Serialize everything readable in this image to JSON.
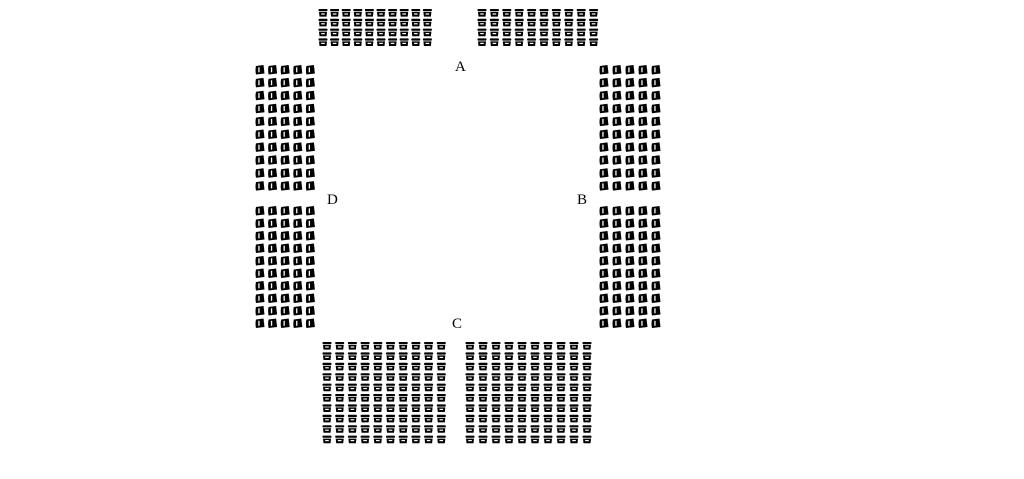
{
  "sections": {
    "a": {
      "label": "A",
      "blocks": [
        {
          "rows": 4,
          "cols": 10
        },
        {
          "rows": 4,
          "cols": 10
        }
      ]
    },
    "b": {
      "label": "B",
      "blocks": [
        {
          "rows": 10,
          "cols": 5
        },
        {
          "rows": 10,
          "cols": 5
        }
      ]
    },
    "c": {
      "label": "C",
      "blocks": [
        {
          "rows": 10,
          "cols": 10
        },
        {
          "rows": 10,
          "cols": 10
        }
      ]
    },
    "d": {
      "label": "D",
      "blocks": [
        {
          "rows": 10,
          "cols": 5
        },
        {
          "rows": 10,
          "cols": 5
        }
      ]
    }
  },
  "colors": {
    "seat": "#000000",
    "background": "#ffffff"
  }
}
